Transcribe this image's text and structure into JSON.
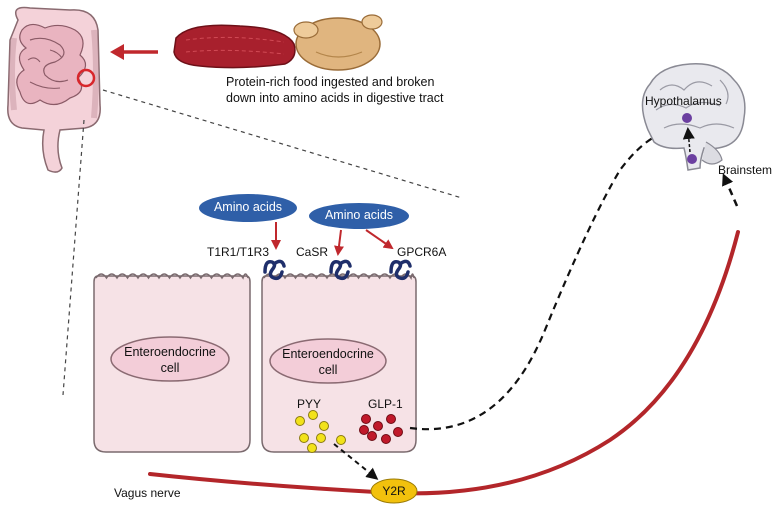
{
  "food": {
    "caption": "Protein-rich food ingested and broken down into amino acids in digestive tract"
  },
  "signals": {
    "amino_acids_1": "Amino acids",
    "amino_acids_2": "Amino acids"
  },
  "receptors": {
    "t1r1_t1r3": "T1R1/T1R3",
    "casr": "CaSR",
    "gpcr6a": "GPCR6A"
  },
  "cells": {
    "left_cell_label": "Enteroendocrine\ncell",
    "right_cell_label": "Enteroendocrine\ncell"
  },
  "hormones": {
    "pyy": "PYY",
    "glp1": "GLP-1"
  },
  "nerve": {
    "label": "Vagus nerve",
    "receptor": "Y2R"
  },
  "brain": {
    "hypothalamus": "Hypothalamus",
    "brainstem": "Brainstem"
  },
  "colors": {
    "nerve": "#b3262a",
    "arrow_red": "#c0282d",
    "oval_blue": "#2f5fa8",
    "receptor_navy": "#1f2f6b",
    "cell_fill": "#f6e2e6",
    "cell_stroke": "#7a6a6e",
    "nucleus_fill": "#f3cdd8",
    "pyy_dot": "#f2e21a",
    "glp1_dot": "#c0192a",
    "y2r_fill": "#f2c10d",
    "brain_marker": "#6b3fa0"
  }
}
